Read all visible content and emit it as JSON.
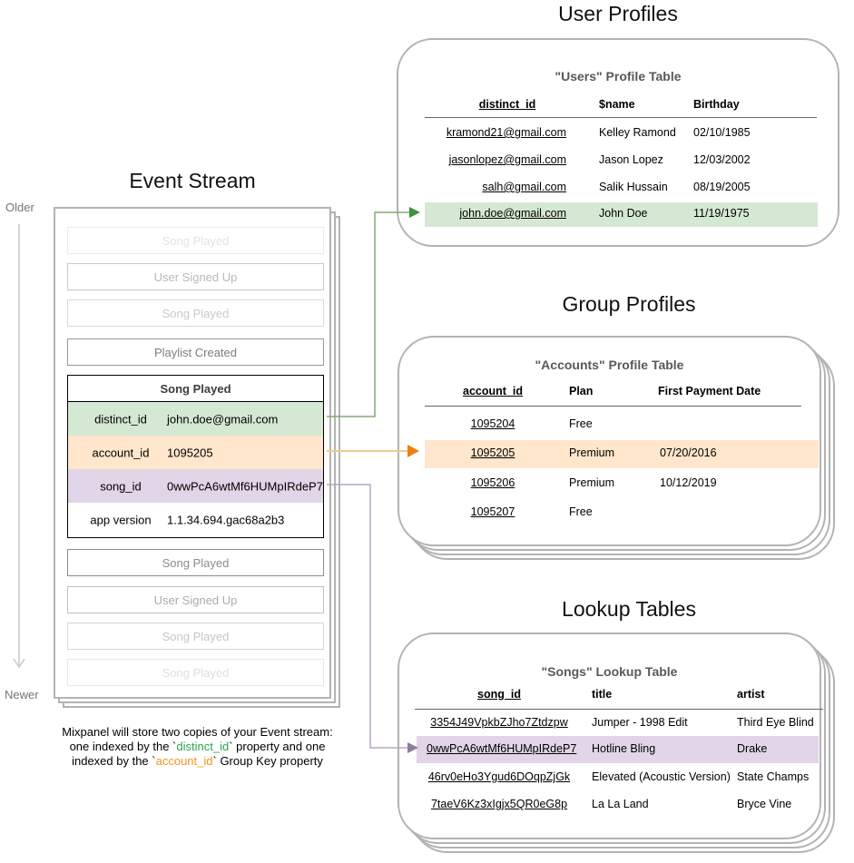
{
  "colors": {
    "green_highlight": "#d5e8d4",
    "orange_highlight": "#ffe6cc",
    "purple_highlight": "#e1d5e7",
    "green_arrow": "#82ab72",
    "green_arrowhead": "#41903f",
    "orange_arrow": "#f2c795",
    "orange_arrowhead": "#ee7e10",
    "purple_arrow": "#b5a5c4",
    "purple_arrowhead": "#8d7ba0",
    "timeline_gray": "#c9c9c9",
    "distinct_id_keyword": "#2fa34f",
    "account_id_keyword": "#f7941d"
  },
  "timeline": {
    "older_label": "Older",
    "newer_label": "Newer"
  },
  "event_stream": {
    "title": "Event Stream",
    "events_before": [
      {
        "label": "Song Played"
      },
      {
        "label": "User Signed Up"
      },
      {
        "label": "Song Played"
      },
      {
        "label": "Playlist Created"
      }
    ],
    "expanded_event": {
      "title": "Song Played",
      "properties": [
        {
          "key": "distinct_id",
          "value": "john.doe@gmail.com"
        },
        {
          "key": "account_id",
          "value": "1095205"
        },
        {
          "key": "song_id",
          "value": "0wwPcA6wtMf6HUMpIRdeP7"
        },
        {
          "key": "app version",
          "value": "1.1.34.694.gac68a2b3"
        }
      ]
    },
    "events_after": [
      {
        "label": "Song Played"
      },
      {
        "label": "User Signed Up"
      },
      {
        "label": "Song Played"
      },
      {
        "label": "Song Played"
      }
    ],
    "caption": {
      "line1": "Mixpanel will store two copies of your Event stream:",
      "line2_pre": "one indexed by the `",
      "line2_keyword": "distinct_id",
      "line2_post": "` property and one",
      "line3_pre": "indexed by the `",
      "line3_keyword": "account_id",
      "line3_post": "` Group Key property"
    }
  },
  "user_profiles": {
    "section_title": "User Profiles",
    "table_title": "\"Users\" Profile Table",
    "columns": [
      "distinct_id",
      "$name",
      "Birthday"
    ],
    "rows": [
      [
        "kramond21@gmail.com",
        "Kelley Ramond",
        "02/10/1985"
      ],
      [
        "jasonlopez@gmail.com",
        "Jason Lopez",
        "12/03/2002"
      ],
      [
        "salh@gmail.com",
        "Salik Hussain",
        "08/19/2005"
      ],
      [
        "john.doe@gmail.com",
        "John Doe",
        "11/19/1975"
      ]
    ],
    "highlighted_row_index": 3
  },
  "group_profiles": {
    "section_title": "Group Profiles",
    "table_title": "\"Accounts\" Profile Table",
    "columns": [
      "account_id",
      "Plan",
      "First Payment Date"
    ],
    "rows": [
      [
        "1095204",
        "Free",
        ""
      ],
      [
        "1095205",
        "Premium",
        "07/20/2016"
      ],
      [
        "1095206",
        "Premium",
        "10/12/2019"
      ],
      [
        "1095207",
        "Free",
        ""
      ]
    ],
    "highlighted_row_index": 1
  },
  "lookup_tables": {
    "section_title": "Lookup Tables",
    "table_title": "\"Songs\" Lookup Table",
    "columns": [
      "song_id",
      "title",
      "artist"
    ],
    "rows": [
      [
        "3354J49VpkbZJho7Ztdzpw",
        "Jumper - 1998 Edit",
        "Third Eye Blind"
      ],
      [
        "0wwPcA6wtMf6HUMpIRdeP7",
        "Hotline Bling",
        "Drake"
      ],
      [
        "46rv0eHo3Ygud6DOqpZjGk",
        "Elevated (Acoustic Version)",
        "State Champs"
      ],
      [
        "7taeV6Kz3xIgjx5QR0eG8p",
        "La La Land",
        "Bryce Vine"
      ]
    ],
    "highlighted_row_index": 1
  }
}
